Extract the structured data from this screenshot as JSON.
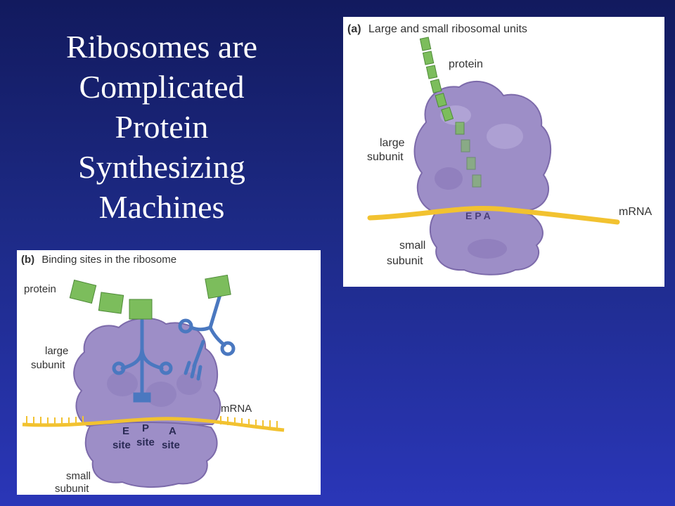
{
  "slide": {
    "title_lines": [
      "Ribosomes are",
      "Complicated",
      "Protein",
      "Synthesizing",
      "Machines"
    ]
  },
  "panel_a": {
    "letter": "(a)",
    "caption": "Large and small ribosomal units",
    "labels": {
      "protein": "protein",
      "large_1": "large",
      "large_2": "subunit",
      "mrna": "mRNA",
      "small_1": "small",
      "small_2": "subunit",
      "sites": "E P A"
    }
  },
  "panel_b": {
    "letter": "(b)",
    "caption": "Binding sites in the ribosome",
    "labels": {
      "protein": "protein",
      "large_1": "large",
      "large_2": "subunit",
      "mrna": "mRNA",
      "small_1": "small",
      "small_2": "subunit",
      "e": "E",
      "p": "P",
      "a": "A",
      "site": "site"
    }
  },
  "colors": {
    "ribosome": "#9d8ec7",
    "ribosome_dark": "#7c6aaa",
    "mrna": "#f2c230",
    "protein": "#7cbd5c",
    "trna": "#4a78c0"
  }
}
